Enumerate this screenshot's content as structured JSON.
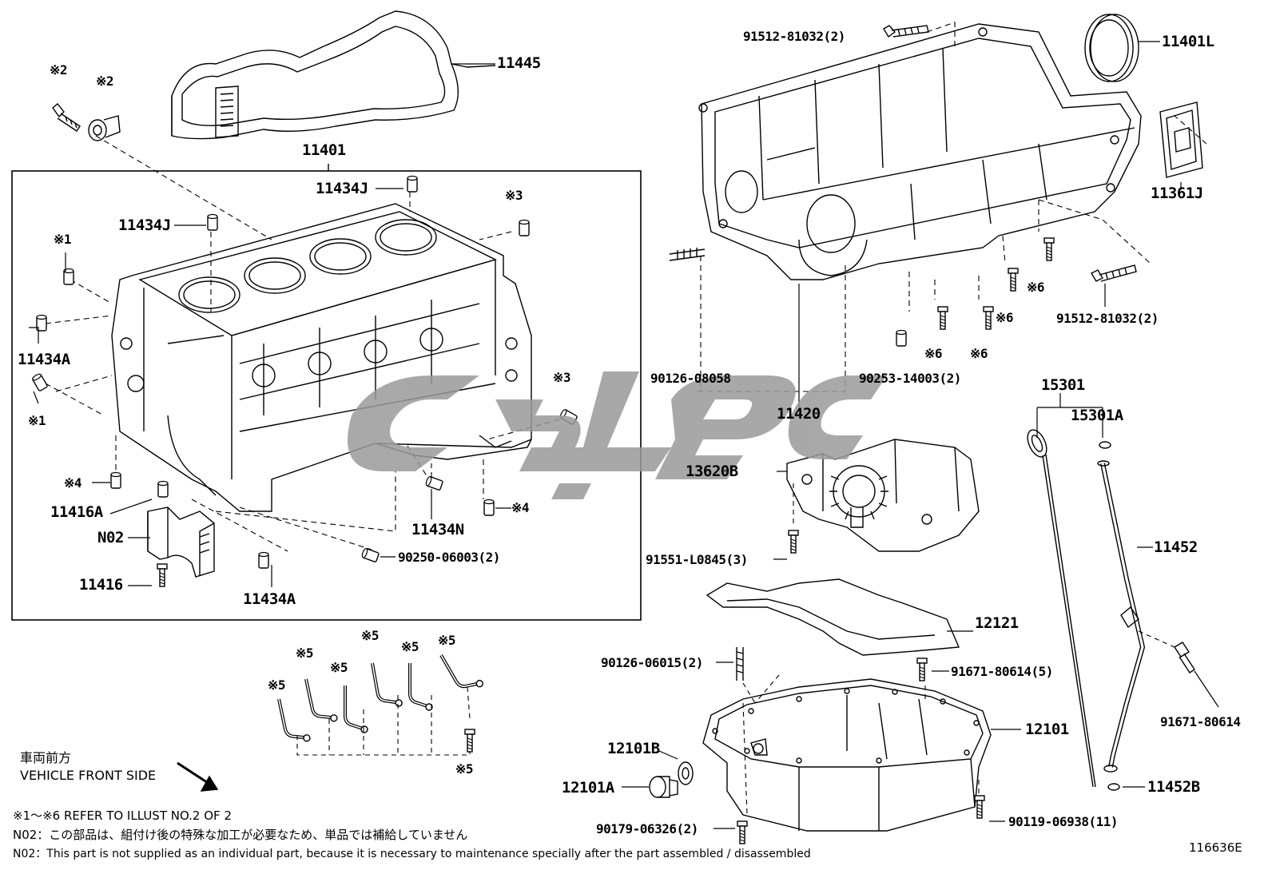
{
  "labels": {
    "p11445": "11445",
    "p11401": "11401",
    "p11434J_top": "11434J",
    "p11434J_left": "11434J",
    "p11434A_left": "11434A",
    "p11434A_bottom": "11434A",
    "p11434N": "11434N",
    "p11416A": "11416A",
    "pN02": "N02",
    "p11416": "11416",
    "p90250": "90250-06003(2)",
    "p91512_top": "91512-81032(2)",
    "p91512_right": "91512-81032(2)",
    "p11401L": "11401L",
    "p11361J": "11361J",
    "p90126_08058": "90126-08058",
    "p90253": "90253-14003(2)",
    "p11420": "11420",
    "p15301": "15301",
    "p15301A": "15301A",
    "p13620B": "13620B",
    "p91551": "91551-L0845(3)",
    "p11452": "11452",
    "p12121": "12121",
    "p90126_06015": "90126-06015(2)",
    "p91671_80614_5": "91671-80614(5)",
    "p91671_80614": "91671-80614",
    "p12101B": "12101B",
    "p12101": "12101",
    "p12101A": "12101A",
    "p11452B": "11452B",
    "p90179": "90179-06326(2)",
    "p90119": "90119-06938(11)"
  },
  "marks": {
    "m2a": "※2",
    "m2b": "※2",
    "m1a": "※1",
    "m1b": "※1",
    "m3a": "※3",
    "m3b": "※3",
    "m4a": "※4",
    "m4b": "※4",
    "m5a": "※5",
    "m5b": "※5",
    "m5c": "※5",
    "m5d": "※5",
    "m5e": "※5",
    "m5f": "※5",
    "m5g": "※5",
    "m6a": "※6",
    "m6b": "※6",
    "m6c": "※6",
    "m6d": "※6"
  },
  "notes": {
    "vehicle_jp": "車両前方",
    "vehicle_en": "VEHICLE FRONT SIDE",
    "refer": "※1～※6 REFER TO ILLUST NO.2 OF 2",
    "n02_jp": "N02：この部品は、組付け後の特殊な加工が必要なため、単品では補給していません",
    "n02_en": "N02：This part is not supplied as an individual part, because it is necessary to maintenance specially after the part assembled / disassembled",
    "code": "116636E"
  },
  "colors": {
    "line": "#000000",
    "watermark": "#9a9a9a",
    "background": "#ffffff"
  }
}
